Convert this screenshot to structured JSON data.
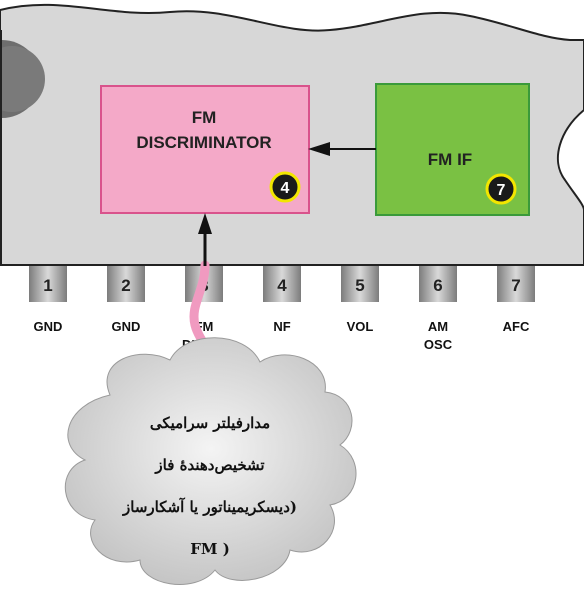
{
  "blocks": {
    "discriminator": {
      "line1": "FM",
      "line2": "DISCRIMINATOR",
      "badge": "4",
      "fill": "#f4a9c8",
      "stroke": "#d9538c"
    },
    "fm_if": {
      "title": "FM  IF",
      "badge": "7",
      "fill": "#7ac143",
      "stroke": "#3a9a3a"
    }
  },
  "pins": [
    {
      "number": "1",
      "label_lines": [
        "GND"
      ]
    },
    {
      "number": "2",
      "label_lines": [
        "GND"
      ]
    },
    {
      "number": "3",
      "label_lines": [
        "FM",
        "DISCRI"
      ]
    },
    {
      "number": "4",
      "label_lines": [
        "NF"
      ]
    },
    {
      "number": "5",
      "label_lines": [
        "VOL"
      ]
    },
    {
      "number": "6",
      "label_lines": [
        "AM",
        "OSC"
      ]
    },
    {
      "number": "7",
      "label_lines": [
        "AFC"
      ]
    }
  ],
  "cloud": {
    "lines": [
      "مدارفیلتر سرامیکی",
      "تشخیص‌دهندهٔ فاز",
      "(دیسکریمیناتور یا آشکارساز",
      "( FM"
    ]
  },
  "colors": {
    "chip_body": "#d7d7d7",
    "pin_metal": "#9a9a9a",
    "badge_fill": "#1a1a1a",
    "badge_ring": "#f2e600",
    "cable": "#f09ac0",
    "cloud_fill": "#d6d6d6"
  }
}
